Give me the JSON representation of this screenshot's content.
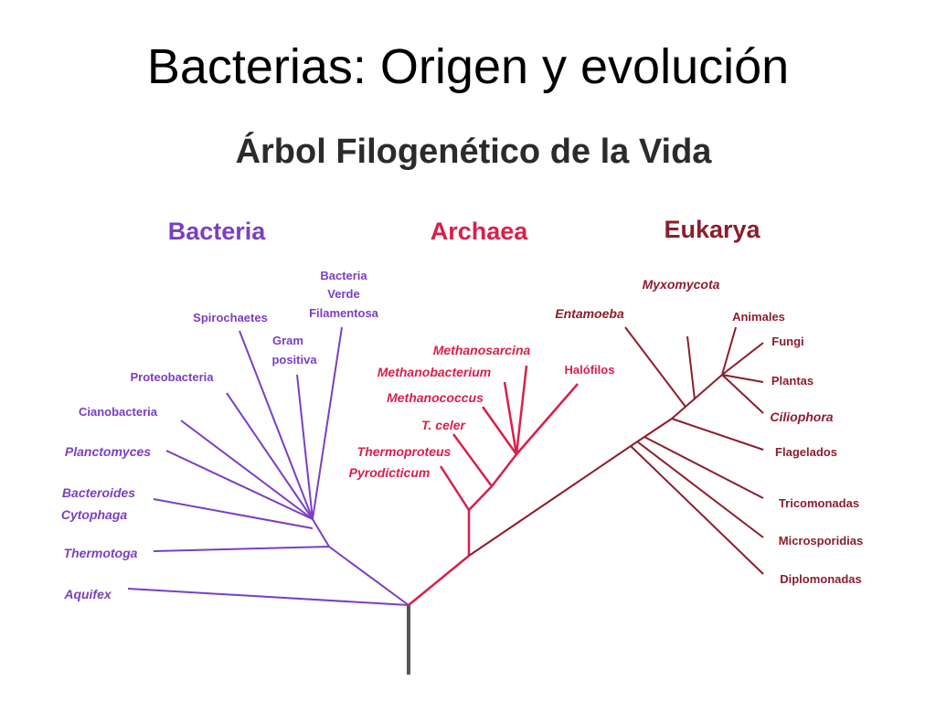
{
  "slide": {
    "title": "Bacterias: Origen y evolución"
  },
  "diagram": {
    "title": "Árbol Filogenético de la Vida",
    "colors": {
      "bacteria": "#7a3fc4",
      "archaea": "#d8204a",
      "eukarya": "#8c1e2c",
      "root": "#555555"
    },
    "domains": {
      "bacteria": "Bacteria",
      "archaea": "Archaea",
      "eukarya": "Eukarya"
    },
    "bacteria": {
      "bacteria_verde": [
        "Bacteria",
        "Verde",
        "Filamentosa"
      ],
      "spirochaetes": "Spirochaetes",
      "gram_positiva": [
        "Gram",
        "positiva"
      ],
      "proteobacteria": "Proteobacteria",
      "cianobacteria": "Cianobacteria",
      "planctomyces": "Planctomyces",
      "bacteroides": [
        "Bacteroides",
        "Cytophaga"
      ],
      "thermotoga": "Thermotoga",
      "aquifex": "Aquifex"
    },
    "archaea": {
      "methanosarcina": "Methanosarcina",
      "methanobacterium": "Methanobacterium",
      "halofilos": "Halófilos",
      "methanococcus": "Methanococcus",
      "t_celer": "T. celer",
      "thermoproteus": "Thermoproteus",
      "pyrodicticum": "Pyrodicticum"
    },
    "eukarya": {
      "myxomycota": "Myxomycota",
      "entamoeba": "Entamoeba",
      "animales": "Animales",
      "fungi": "Fungi",
      "plantas": "Plantas",
      "ciliophora": "Ciliophora",
      "flagelados": "Flagelados",
      "tricomonadas": "Tricomonadas",
      "microsporidias": "Microsporidias",
      "diplomonadas": "Diplomonadas"
    }
  }
}
